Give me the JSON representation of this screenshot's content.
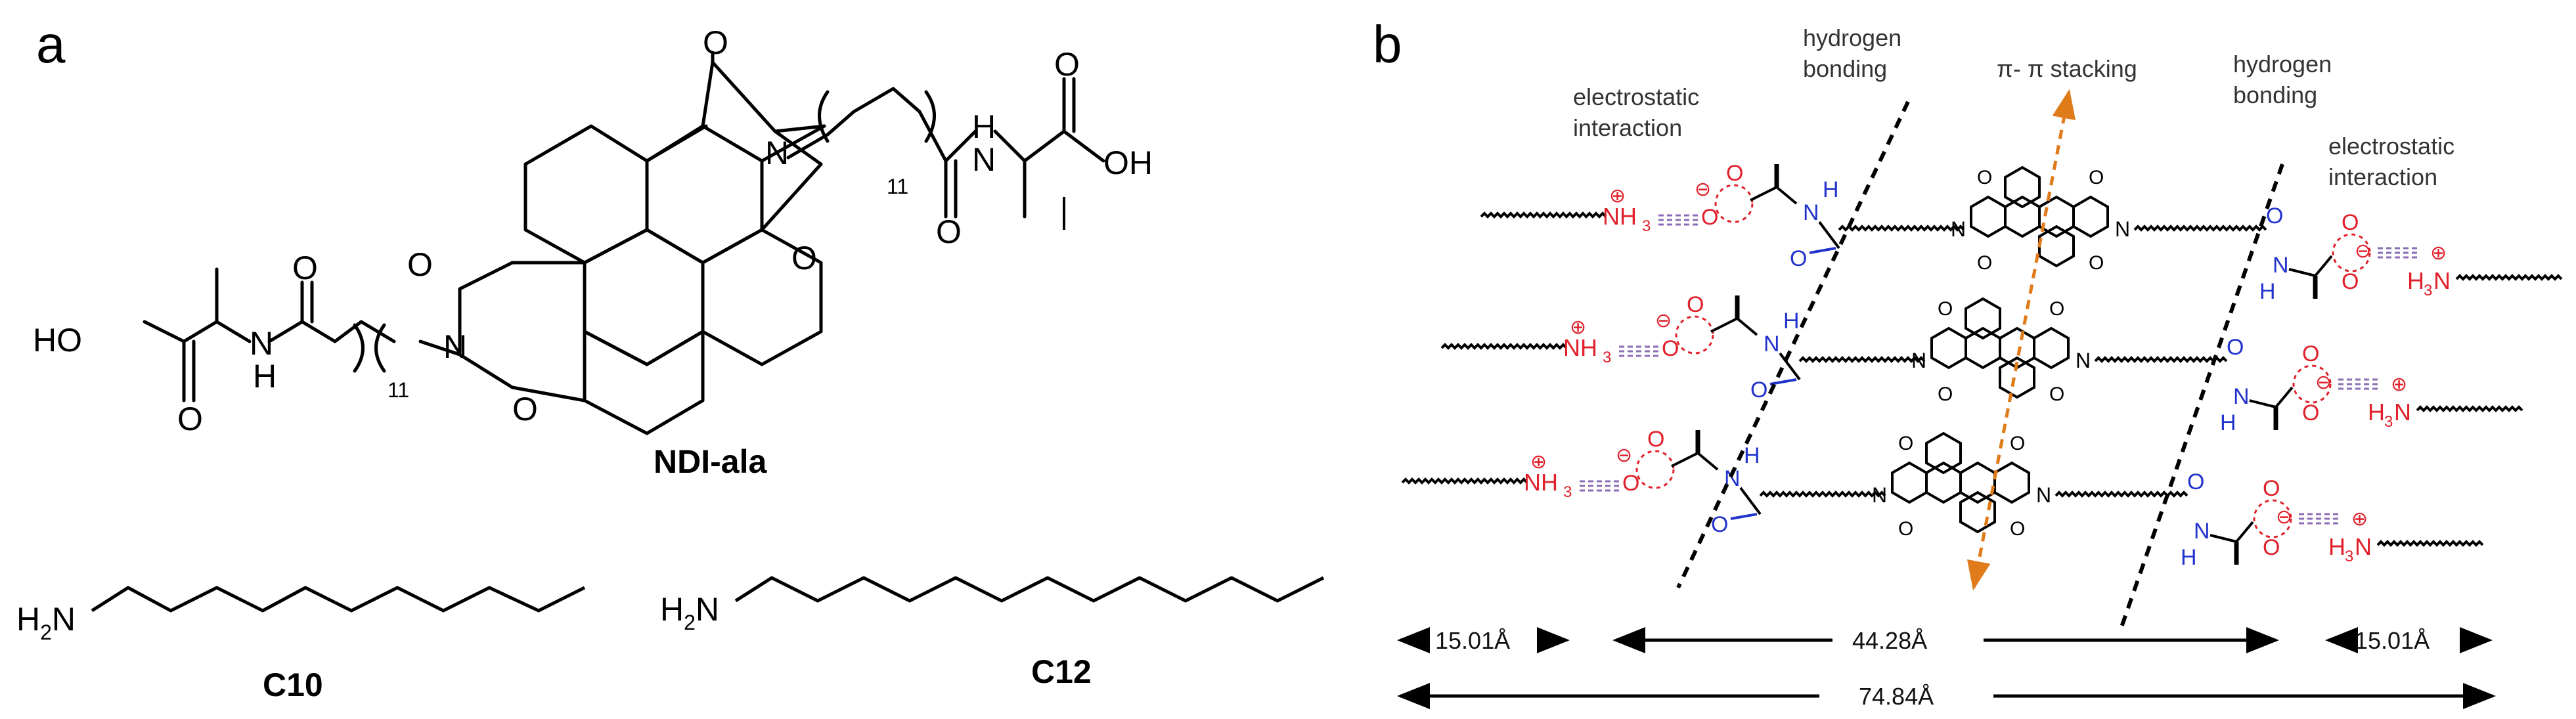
{
  "panels": {
    "a": {
      "letter": "a",
      "compounds": {
        "ndi_ala": "NDI-ala",
        "c10": "C10",
        "c12": "C12"
      },
      "atoms": {
        "O": "O",
        "N": "N",
        "H": "H",
        "HO": "HO",
        "OH": "OH",
        "H2N_main": "H",
        "H2N_sub": "2",
        "H2N_tail": "N",
        "repeat": "11"
      }
    },
    "b": {
      "letter": "b",
      "labels": {
        "electrostatic_left": [
          "electrostatic",
          "interaction"
        ],
        "hbond_left": [
          "hydrogen",
          "bonding"
        ],
        "pipi": "π- π stacking",
        "hbond_right": [
          "hydrogen",
          "bonding"
        ],
        "electrostatic_right": [
          "electrostatic",
          "interaction"
        ]
      },
      "groups": {
        "nh3_left": "NH",
        "nh3_left_sub": "3",
        "h3n_right_pre": "H",
        "h3n_right_sub": "3",
        "h3n_right_post": "N",
        "plus": "⊕",
        "minus": "⊖",
        "O": "O",
        "N": "N",
        "H": "H"
      },
      "dimensions": {
        "left": "15.01Å",
        "middle": "44.28Å",
        "right": "15.01Å",
        "total": "74.84Å"
      }
    }
  },
  "colors": {
    "ink": "#000000",
    "oxygen_red": "#e0202a",
    "nitrogen_blue": "#2233cc",
    "pipi_orange": "#e07b1a",
    "ionic_dash_purple": "#8b6bb5"
  }
}
